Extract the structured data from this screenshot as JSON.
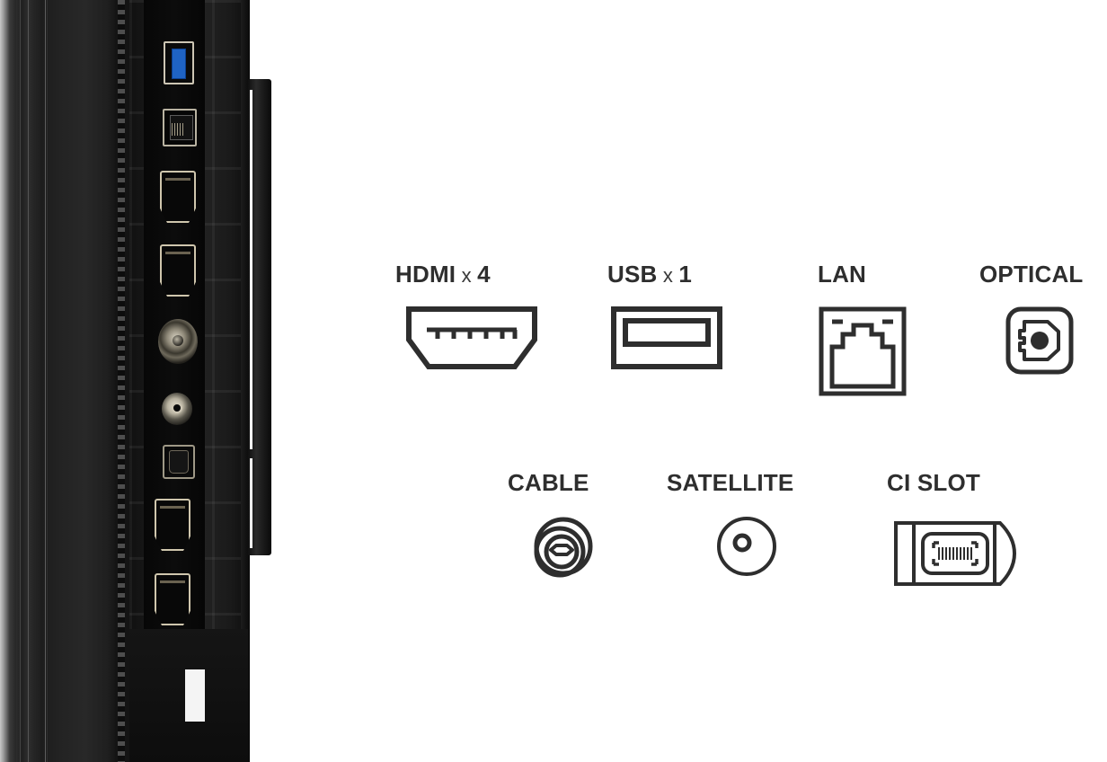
{
  "photo": {
    "alt_name": "tv-rear-panel-photo",
    "ports_visible": [
      "usb-3-port",
      "lan-rj45-port",
      "hdmi-port",
      "hdmi-port",
      "cable-coaxial-port",
      "satellite-coaxial-port",
      "optical-audio-port",
      "hdmi-port",
      "hdmi-port",
      "ci-slot"
    ]
  },
  "specs": {
    "row1": [
      {
        "name": "hdmi",
        "label": "HDMI",
        "multiplier": "x",
        "count": "4",
        "icon": "hdmi-port-icon"
      },
      {
        "name": "usb",
        "label": "USB",
        "multiplier": "x",
        "count": "1",
        "icon": "usb-port-icon"
      },
      {
        "name": "lan",
        "label": "LAN",
        "multiplier": "",
        "count": "",
        "icon": "lan-rj45-port-icon"
      },
      {
        "name": "optical",
        "label": "OPTICAL",
        "multiplier": "",
        "count": "",
        "icon": "optical-toslink-port-icon"
      }
    ],
    "row2": [
      {
        "name": "cable",
        "label": "CABLE",
        "multiplier": "",
        "count": "",
        "icon": "coaxial-cable-port-icon"
      },
      {
        "name": "satellite",
        "label": "SATELLITE",
        "multiplier": "",
        "count": "",
        "icon": "satellite-f-connector-icon"
      },
      {
        "name": "cislot",
        "label": "CI SLOT",
        "multiplier": "",
        "count": "",
        "icon": "ci-card-slot-icon"
      }
    ]
  },
  "colors": {
    "background": "#ffffff",
    "label_text": "#2e2e2e",
    "icon_stroke": "#2e2e2e",
    "usb3_tongue_blue": "#1f63c4",
    "port_trim_gold": "#cfc6ad"
  }
}
